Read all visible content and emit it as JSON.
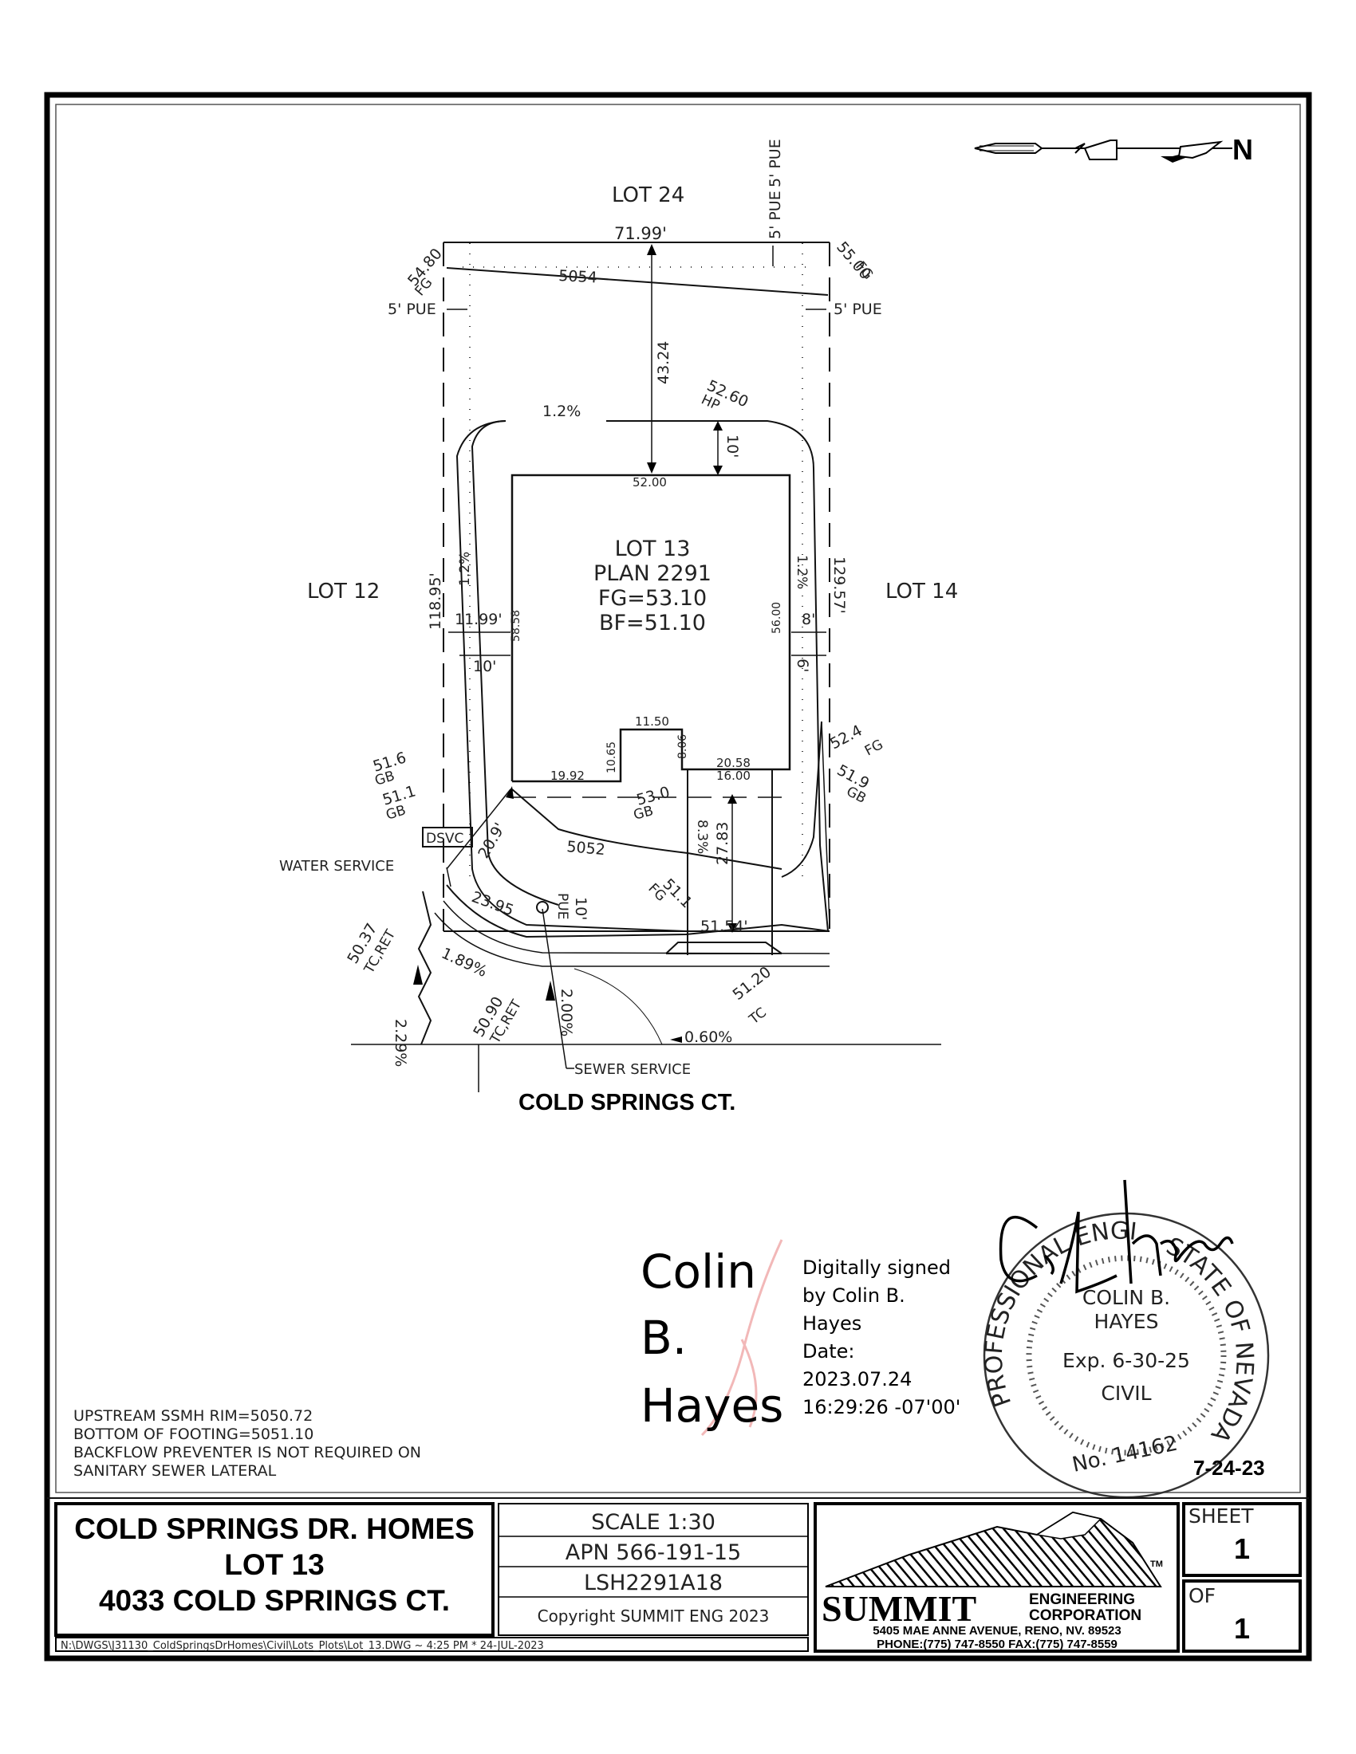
{
  "plan": {
    "lot_top": "LOT 24",
    "lot_left": "LOT 12",
    "lot_right": "LOT 14",
    "lot_title": "LOT 13",
    "lot_plan": "PLAN 2291",
    "lot_fg": "FG=53.10",
    "lot_bf": "BF=51.10",
    "street": "COLD SPRINGS CT.",
    "north": "N",
    "labels": {
      "dim_top": "71.99'",
      "dim_left": "118.95'",
      "dim_right": "129.57'",
      "dim_bottom": "51.54'",
      "dim_43": "43.24",
      "dim_27": "27.83",
      "dim_52": "52.00",
      "dim_58": "58.58",
      "dim_56": "56.00",
      "dim_1150": "11.50",
      "dim_1065": "10.65",
      "dim_806": "8.06",
      "dim_1992": "19.92",
      "dim_2058": "20.58",
      "dim_1600": "16.00",
      "dim_1199": "11.99'",
      "dim_10a": "10'",
      "dim_10b": "10'",
      "dim_10c": "10'",
      "dim_8": "8'",
      "dim_6": "6'",
      "dim_209": "20.9'",
      "dim_2395": "23.95",
      "pue_top": "5' PUE",
      "pue_top2": "5' PUE",
      "pue_left": "5' PUE",
      "pue_right": "5' PUE",
      "pue_front": "PUE",
      "slope_12a": "1.2%",
      "slope_12b": "1.2%",
      "slope_12c": "1.2%",
      "slope_83": "8.3%",
      "slope_189": "1.89%",
      "slope_229": "2.29%",
      "slope_200": "2.00%",
      "slope_060": "0.60%",
      "contour_5054": "5054",
      "contour_5052": "5052",
      "el_5480": "54.80",
      "el_5480_fg": "FG",
      "el_5500": "55.00",
      "el_5500_fg": "FG",
      "el_5260": "52.60",
      "el_5260_hp": "HP",
      "el_516": "51.6",
      "el_516_gb": "GB",
      "el_511": "51.1",
      "el_511_gb": "GB",
      "el_524": "52.4",
      "el_524_fg": "FG",
      "el_519": "51.9",
      "el_519_gb": "GB",
      "el_530": "53.0",
      "el_530_gb": "GB",
      "el_511fg": "51.1",
      "el_511fg_fg": "FG",
      "el_5037": "50.37",
      "el_5037_tc": "TC,RET",
      "el_5090": "50.90",
      "el_5090_tc": "TC,RET",
      "el_5120": "51.20",
      "el_5120_tc": "TC",
      "dsvc": "DSVC",
      "water_service": "WATER SERVICE",
      "sewer_service": "SEWER SERVICE"
    }
  },
  "notes": [
    "UPSTREAM SSMH RIM=5050.72",
    "BOTTOM OF FOOTING=5051.10",
    "BACKFLOW PREVENTER IS NOT REQUIRED ON",
    "SANITARY SEWER LATERAL"
  ],
  "signature": {
    "name_lines": [
      "Colin",
      "B.",
      "Hayes"
    ],
    "digital_lines": [
      "Digitally signed",
      "by Colin B.",
      "Hayes",
      "Date:",
      "2023.07.24",
      "16:29:26 -07'00'"
    ]
  },
  "seal": {
    "ring_top": "PROFESSIONAL ENGINEER",
    "ring_right": "STATE OF NEVADA",
    "name1": "COLIN B.",
    "name2": "HAYES",
    "exp": "Exp. 6-30-25",
    "discipline": "CIVIL",
    "number": "No. 14162",
    "handwritten": "C.B. Hayes",
    "date": "7-24-23"
  },
  "title_block": {
    "project1": "COLD SPRINGS DR. HOMES",
    "project2": "LOT 13",
    "project3": "4033 COLD SPRINGS CT.",
    "scale": "SCALE 1:30",
    "apn": "APN 566-191-15",
    "plan_code": "LSH2291A18",
    "copyright": "Copyright SUMMIT ENG 2023",
    "file_path": "N:\\DWGS\\J31130_ColdSpringsDrHomes\\Civil\\Lots_Plots\\Lot_13.DWG ~ 4:25 PM * 24-JUL-2023",
    "company": "SUMMIT",
    "company2": "ENGINEERING",
    "company3": "CORPORATION",
    "tm": "TM",
    "address": "5405 MAE ANNE AVENUE, RENO, NV. 89523",
    "phone": "PHONE:(775) 747-8550 FAX:(775) 747-8559",
    "sheet_label": "SHEET",
    "sheet_num": "1",
    "of_label": "OF",
    "of_num": "1"
  }
}
